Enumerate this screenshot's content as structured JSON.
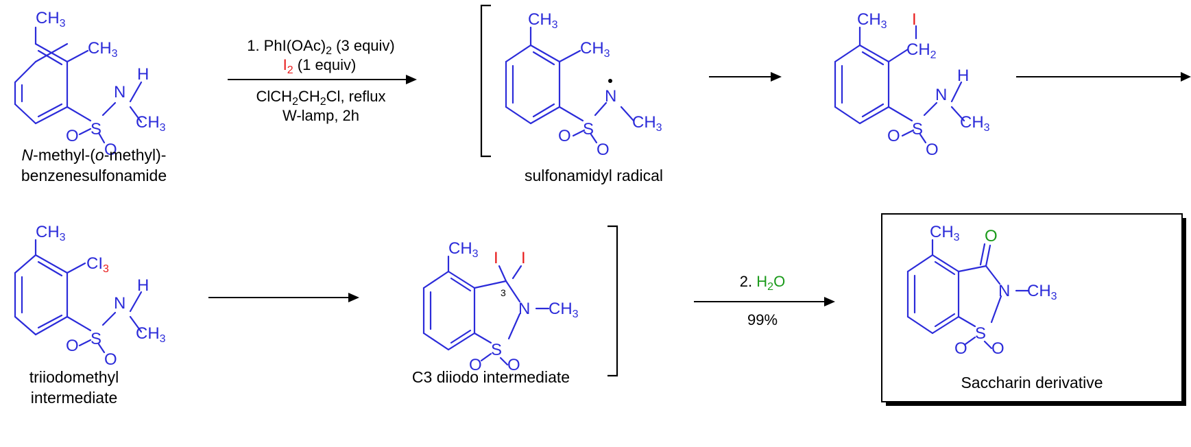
{
  "colors": {
    "bond": "#2b2bd9",
    "iodine": "#e81a1a",
    "water": "#1a9a1a",
    "text": "#000000"
  },
  "molecules": {
    "start": {
      "caption_italic": "N",
      "caption_rest_1": "-methyl-(",
      "caption_italic_2": "o",
      "caption_rest_2": "-methyl)-",
      "caption_line2": "benzenesulfonamide"
    },
    "radical": {
      "caption": "sulfonamidyl radical"
    },
    "triiodo": {
      "caption_line1": "triiodomethyl",
      "caption_line2": "intermediate"
    },
    "diiodo": {
      "caption": "C3 diiodo intermediate",
      "position_label": "3"
    },
    "product": {
      "caption": "Saccharin derivative"
    }
  },
  "atoms": {
    "ch3_main": "CH",
    "sub3": "3",
    "ch2_main": "CH",
    "sub2": "2",
    "n": "N",
    "h": "H",
    "s": "S",
    "o": "O",
    "i": "I",
    "ci_main": "CI",
    "dash": "−"
  },
  "conditions": {
    "step1_line1_a": "1. PhI(OAc)",
    "step1_line1_sub": "2",
    "step1_line1_b": " (3 equiv)",
    "step1_line2_a": "I",
    "step1_line2_sub": "2",
    "step1_line2_b": " (1 equiv)",
    "step1_line3_a": "ClCH",
    "step1_line3_sub1": "2",
    "step1_line3_b": "CH",
    "step1_line3_sub2": "2",
    "step1_line3_c": "Cl, reflux",
    "step1_line4": "W-lamp, 2h",
    "step2_a": "2. ",
    "step2_h": "H",
    "step2_sub": "2",
    "step2_o": "O",
    "step2_yield": "99%"
  }
}
